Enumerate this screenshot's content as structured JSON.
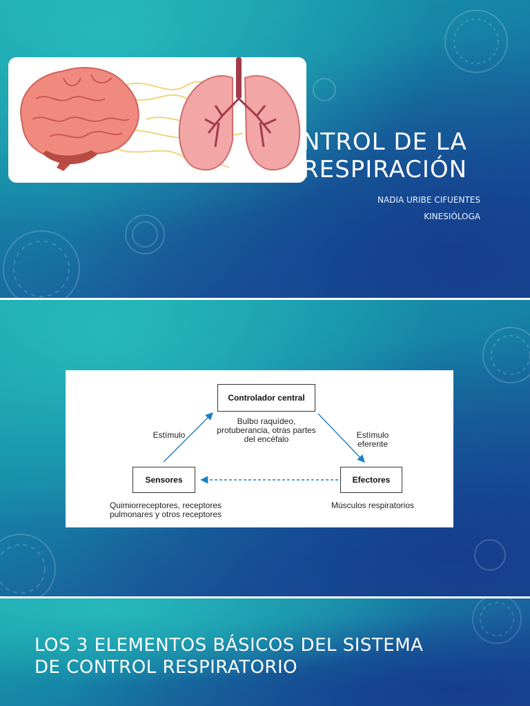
{
  "slide1": {
    "title_line1": "NTROL DE LA",
    "title_line2": "RESPIRACIÓN",
    "author": "NADIA URIBE CIFUENTES",
    "role": "KINESIÓLOGA",
    "illustration_icons": [
      "brain-icon",
      "nerves-icon",
      "lungs-icon"
    ]
  },
  "slide2": {
    "central_box": "Controlador central",
    "central_desc_1": "Bulbo raquídeo,",
    "central_desc_2": "protuberancia, otras partes",
    "central_desc_3": "del encéfalo",
    "stimulus_left": "Estímulo",
    "stimulus_right_1": "Estímulo",
    "stimulus_right_2": "eferente",
    "sensors_box": "Sensores",
    "sensors_desc_1": "Quimiorreceptores, receptores",
    "sensors_desc_2": "pulmonares y otros receptores",
    "effectors_box": "Efectores",
    "effectors_desc": "Músculos respiratorios",
    "arrow_color": "#1a7fc4"
  },
  "slide3": {
    "title_line1": "LOS 3 ELEMENTOS BÁSICOS DEL SISTEMA",
    "title_line2": "DE CONTROL RESPIRATORIO"
  },
  "colors": {
    "teal": "#1aa3ad",
    "blue": "#1c4a8e",
    "brain": "#f08a7e",
    "lungs": "#f2a6a6",
    "bronchi": "#a33a4a",
    "nerves": "#f3d27a"
  }
}
